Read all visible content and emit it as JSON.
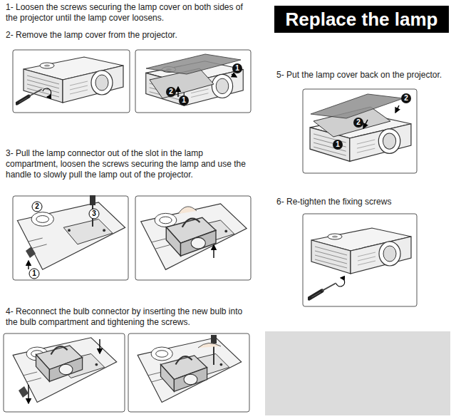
{
  "diagram": {
    "title": "Replace the lamp",
    "labels": [
      "1- Loosen the screws securing the lamp cover on both sides of the projector until the lamp cover loosens.",
      "2- Remove the lamp cover from the projector.",
      "2",
      "1",
      "1",
      "3- Pull the lamp connector out of the slot in the lamp compartment, loosen the screws securing the lamp and use the handle to slowly pull the lamp out of the projector.",
      "2",
      "3",
      "1",
      "4- Reconnect the bulb connector by inserting the new bulb into the bulb compartment and tightening the screws.",
      "5- Put the lamp cover back on the projector.",
      "2",
      "2",
      "1",
      "6- Re-tighten the fixing screws"
    ]
  }
}
